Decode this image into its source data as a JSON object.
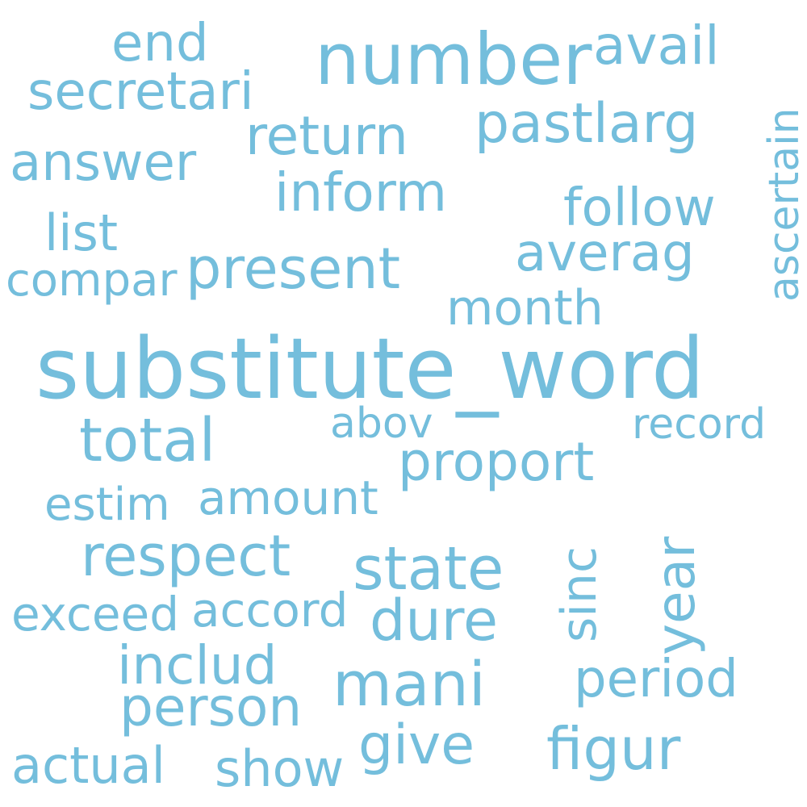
{
  "color": "#74bedc",
  "words": {
    "substitute_word": "substitute_word",
    "number": "number",
    "end": "end",
    "avail": "avail",
    "secretari": "secretari",
    "return": "return",
    "pastlarg": "pastlarg",
    "answer": "answer",
    "inform": "inform",
    "follow": "follow",
    "ascertain": "ascertain",
    "list": "list",
    "averag": "averag",
    "compar": "compar",
    "present": "present",
    "month": "month",
    "total": "total",
    "abov": "abov",
    "record": "record",
    "proport": "proport",
    "estim": "estim",
    "amount": "amount",
    "year": "year",
    "sinc": "sinc",
    "respect": "respect",
    "state": "state",
    "exceed": "exceed",
    "accord": "accord",
    "dure": "dure",
    "includ": "includ",
    "mani": "mani",
    "period": "period",
    "person": "person",
    "give": "give",
    "figur": "figur",
    "actual": "actual",
    "show": "show"
  }
}
